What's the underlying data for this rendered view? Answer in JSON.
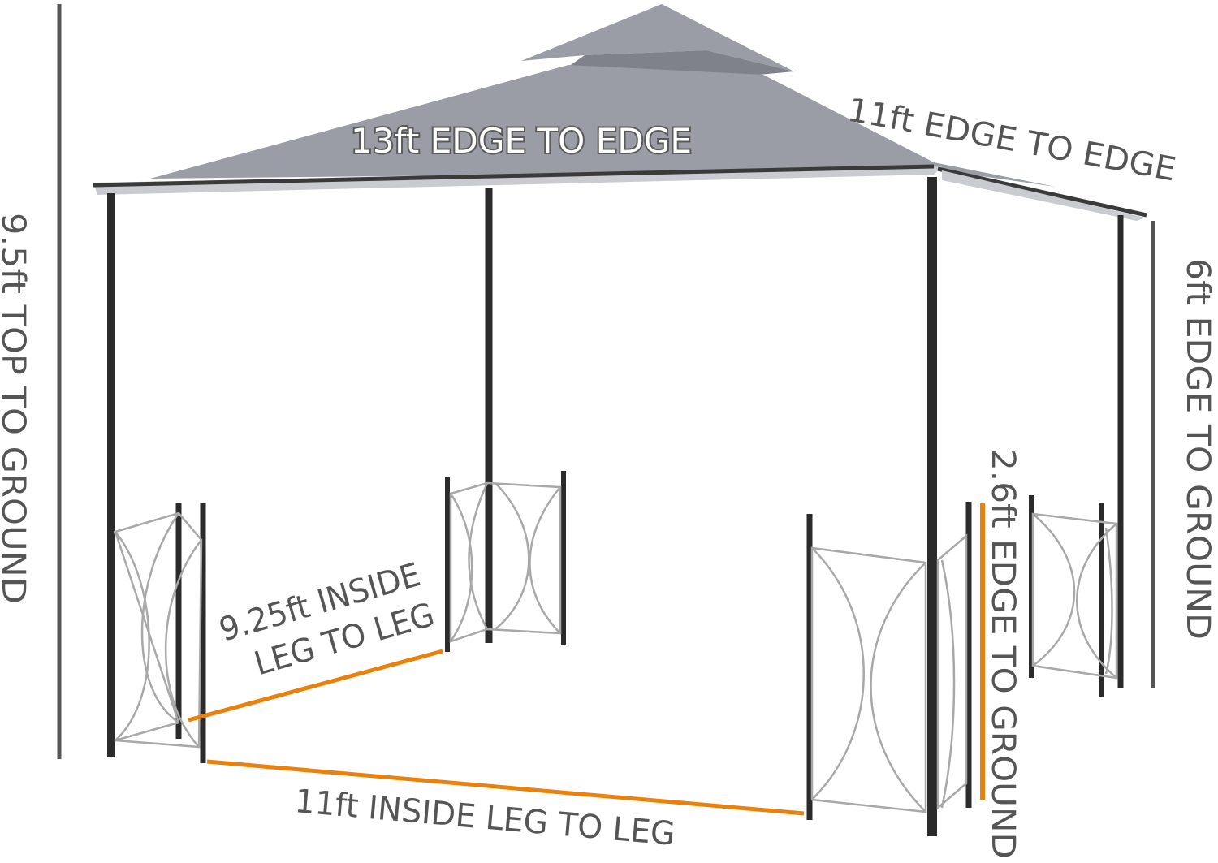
{
  "colors": {
    "canopy": "#9a9da6",
    "canopy_dark": "#7e818a",
    "frame": "#2b2b2b",
    "net": "#a8a8a8",
    "dimension_line": "#555555",
    "highlight": "#e8820c"
  },
  "labels": {
    "width_edge": "13ft EDGE TO EDGE",
    "depth_edge": "11ft EDGE TO EDGE",
    "total_height": "9.5ft TOP TO GROUND",
    "eave_height": "6ft EDGE TO GROUND",
    "roof_height": "2.6ft EDGE TO GROUND",
    "inside_depth_line1": "9.25ft INSIDE",
    "inside_depth_line2": "LEG TO LEG",
    "inside_width": "11ft INSIDE LEG TO LEG"
  }
}
